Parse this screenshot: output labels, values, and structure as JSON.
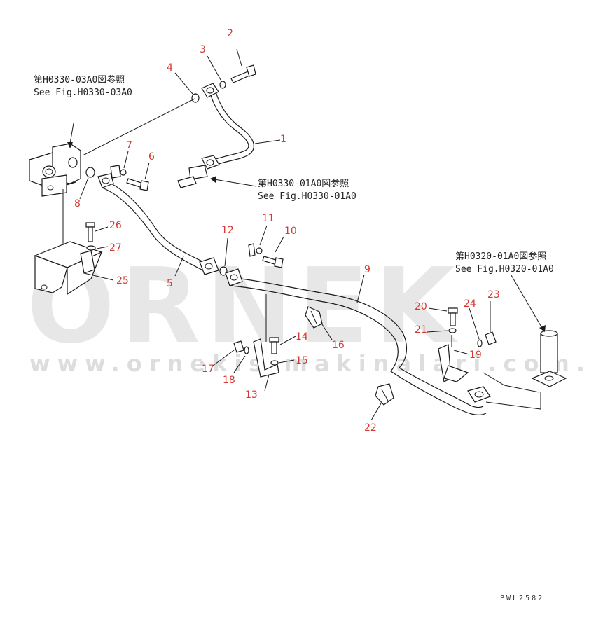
{
  "references": {
    "h0330_03a0_jp": "第H0330-03A0図参照",
    "h0330_03a0_en": "See Fig.H0330-03A0",
    "h0330_01a0_jp": "第H0330-01A0図参照",
    "h0330_01a0_en": "See Fig.H0330-01A0",
    "h0320_01a0_jp": "第H0320-01A0図参照",
    "h0320_01a0_en": "See Fig.H0320-01A0"
  },
  "callouts": [
    "1",
    "2",
    "3",
    "4",
    "5",
    "6",
    "7",
    "8",
    "9",
    "10",
    "11",
    "12",
    "13",
    "14",
    "15",
    "16",
    "17",
    "18",
    "19",
    "20",
    "21",
    "22",
    "23",
    "24",
    "25",
    "26",
    "27"
  ],
  "watermark": {
    "brand": "ORNEK",
    "url": "www.ornekis makinalari.com.tr"
  },
  "drawing_code": "PWL2582",
  "colors": {
    "callout": "#d33a32",
    "line": "#1a1a1a",
    "watermark": "#d4d4d4"
  }
}
